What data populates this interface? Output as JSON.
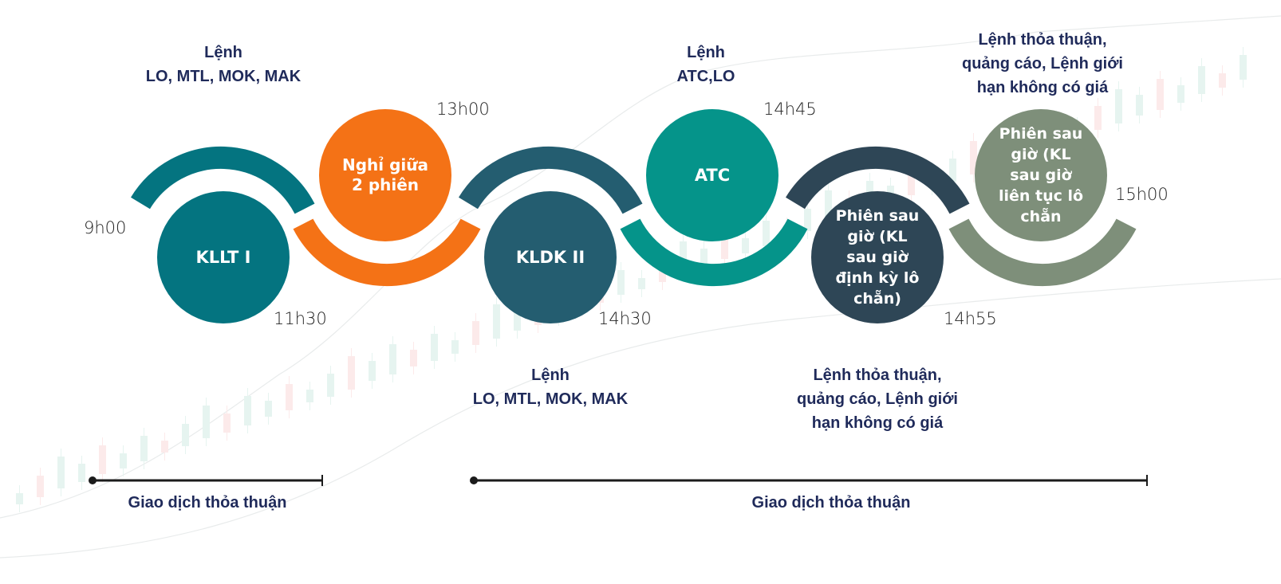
{
  "colors": {
    "teal_dark": "#047480",
    "orange": "#f47216",
    "slate": "#245d70",
    "teal": "#05948a",
    "navy": "#2e4656",
    "sage": "#7e8f7a",
    "text": "#1f2a5a"
  },
  "sessions": [
    {
      "name": "KLLT I",
      "color_key": "teal_dark"
    },
    {
      "name": "Nghỉ giữa 2 phiên",
      "color_key": "orange"
    },
    {
      "name": "KLDK II",
      "color_key": "slate"
    },
    {
      "name": "ATC",
      "color_key": "teal"
    },
    {
      "name": "Phiên sau giờ (KL sau giờ định kỳ lô chẵn)",
      "color_key": "navy"
    },
    {
      "name": "Phiên sau giờ (KL sau giờ liên tục lô chẵn",
      "color_key": "sage"
    }
  ],
  "times": [
    "9h00",
    "11h30",
    "13h00",
    "14h30",
    "14h45",
    "14h55",
    "15h00"
  ],
  "order_labels": {
    "top_1": [
      "Lệnh",
      "LO, MTL, MOK, MAK"
    ],
    "top_2": [
      "Lệnh",
      "ATC,LO"
    ],
    "top_3": [
      "Lệnh thỏa thuận,",
      "quảng cáo, Lệnh giới",
      "hạn không có giá"
    ],
    "bottom_1": [
      "Lệnh",
      "LO, MTL, MOK, MAK"
    ],
    "bottom_2": [
      "Lệnh thỏa thuận,",
      "quảng cáo, Lệnh giới",
      "hạn không có giá"
    ]
  },
  "timelines": [
    {
      "label": "Giao dịch thỏa thuận"
    },
    {
      "label": "Giao dịch thỏa thuận"
    }
  ]
}
